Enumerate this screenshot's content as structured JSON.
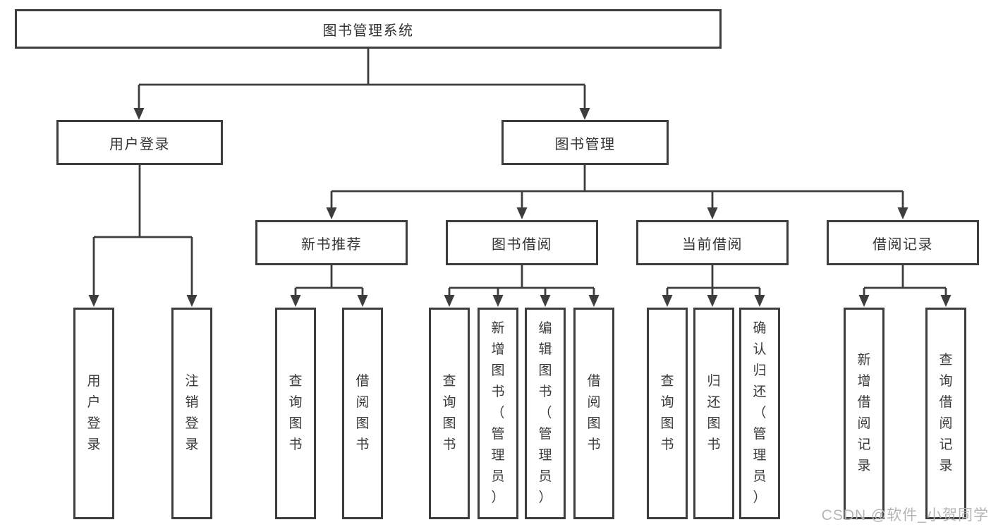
{
  "diagram": {
    "root": "图书管理系统",
    "level2": [
      "用户登录",
      "图书管理"
    ],
    "level3": [
      "新书推荐",
      "图书借阅",
      "当前借阅",
      "借阅记录"
    ],
    "leaves": {
      "login": [
        "用户登录",
        "注销登录"
      ],
      "recommend": [
        "查询图书",
        "借阅图书"
      ],
      "borrow": [
        "查询图书",
        "新增图书（管理员）",
        "编辑图书（管理员）",
        "借阅图书"
      ],
      "current": [
        "查询图书",
        "归还图书",
        "确认归还（管理员）"
      ],
      "records": [
        "新增借阅记录",
        "查询借阅记录"
      ]
    }
  },
  "colors": {
    "line": "#3d3d3d",
    "box_border": "#3d3d3d",
    "text": "#333333",
    "watermark": "#b5b5b5",
    "background": "#ffffff"
  },
  "watermark": "CSDN @软件_小贺同学"
}
